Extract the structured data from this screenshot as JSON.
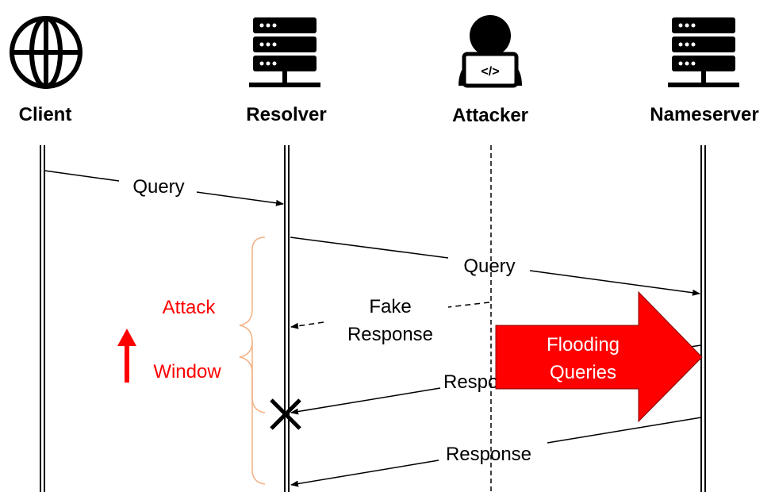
{
  "actors": [
    {
      "name": "Client",
      "icon": "globe-icon"
    },
    {
      "name": "Resolver",
      "icon": "server-icon"
    },
    {
      "name": "Attacker",
      "icon": "hacker-laptop-icon"
    },
    {
      "name": "Nameserver",
      "icon": "server-icon"
    }
  ],
  "messages": {
    "query_client_resolver": "Query",
    "query_resolver_nameserver": "Query",
    "fake_response_line1": "Fake",
    "fake_response_line2": "Response",
    "response_dropped": "Respo",
    "response_final": "Response"
  },
  "attack_window": {
    "line1": "Attack",
    "line2": "Window"
  },
  "flooding": {
    "line1": "Flooding",
    "line2": "Queries"
  },
  "colors": {
    "attack": "#ff0000",
    "brace": "#f4b183",
    "line": "#000000"
  }
}
